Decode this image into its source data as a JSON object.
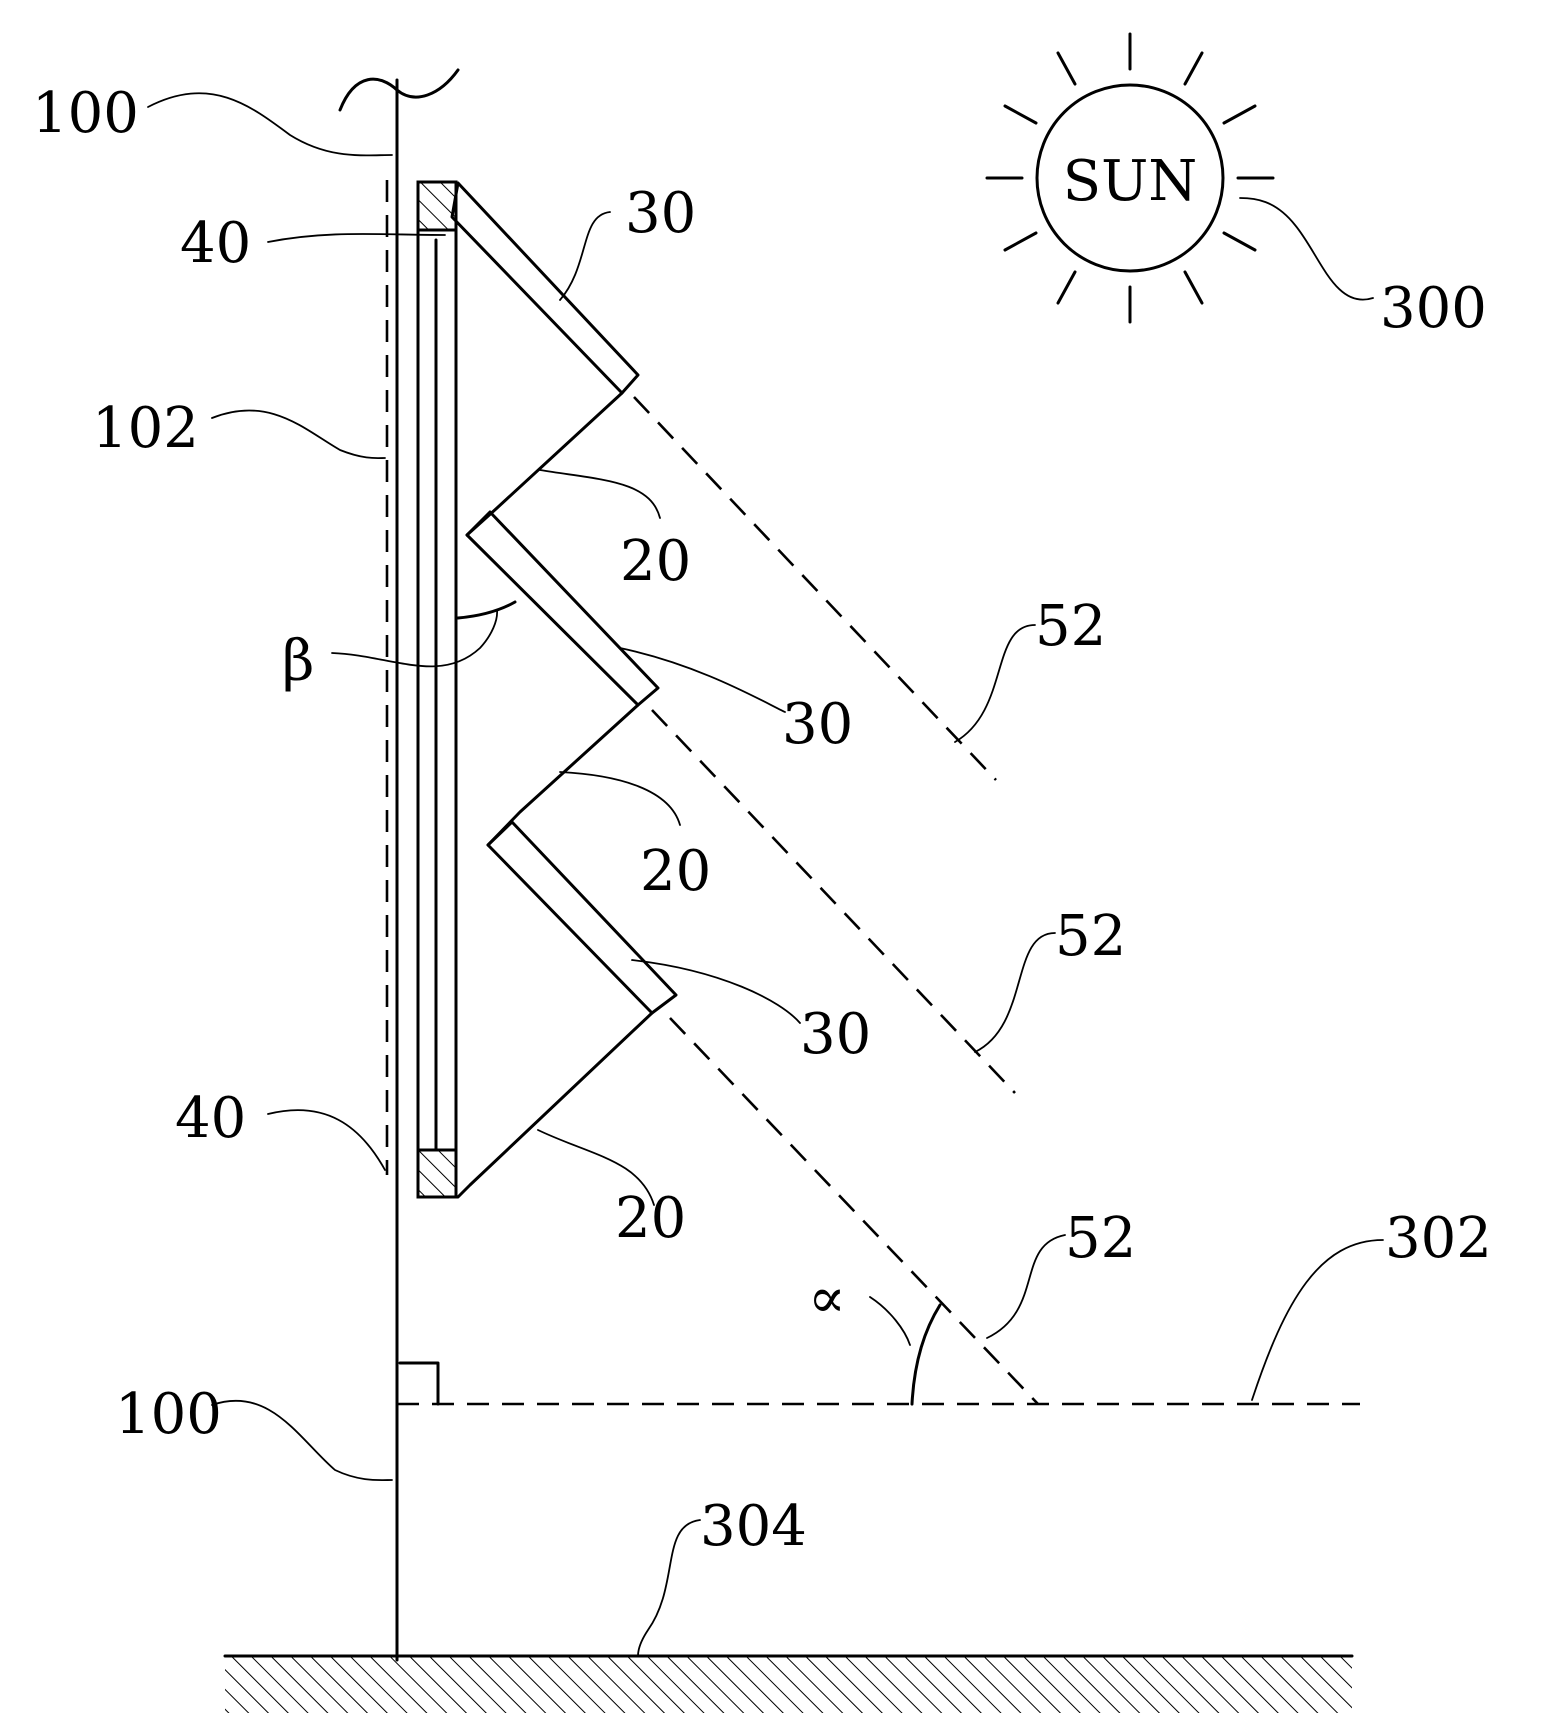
{
  "labels": {
    "wall_top": "100",
    "wall_bottom": "100",
    "wall_face": "102",
    "spacer_top": "40",
    "spacer_bottom": "40",
    "reflector_1": "30",
    "reflector_2": "30",
    "reflector_3": "30",
    "panel_1": "20",
    "panel_2": "20",
    "panel_3": "20",
    "ray_1": "52",
    "ray_2": "52",
    "ray_3": "52",
    "sun_ref": "300",
    "horizontal_ref": "302",
    "ground_ref": "304",
    "angle_beta": "β",
    "angle_alpha": "∝"
  },
  "sun": {
    "text": "SUN"
  }
}
